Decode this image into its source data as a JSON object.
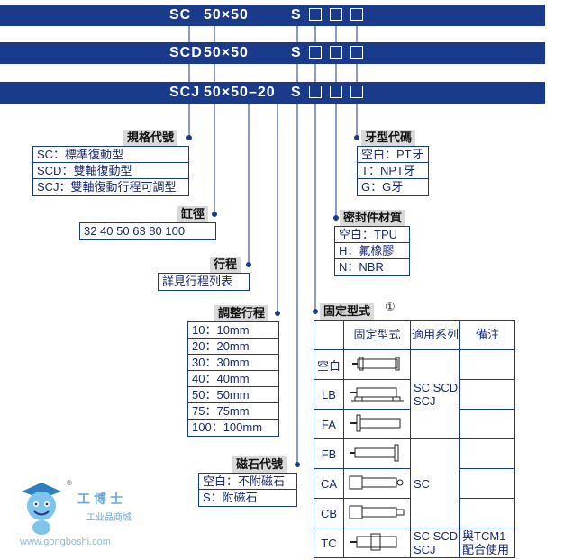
{
  "codes": {
    "sc": {
      "series": "SC",
      "size": "50×50",
      "s": "S"
    },
    "scd": {
      "series": "SCD",
      "size": "50×50",
      "s": "S"
    },
    "scj": {
      "series": "SCJ",
      "size": "50×50–20",
      "s": "S"
    }
  },
  "model_code": {
    "title": "規格代號",
    "items": [
      "SC：標準復動型",
      "SCD：雙軸復動型",
      "SCJ：雙軸復動行程可調型"
    ]
  },
  "bore": {
    "title": "缸徑",
    "items": [
      "32  40  50  63  80  100"
    ]
  },
  "stroke": {
    "title": "行程",
    "items": [
      "詳見行程列表"
    ]
  },
  "adjust_stroke": {
    "title": "調整行程",
    "items": [
      "10：10mm",
      "20：20mm",
      "30：30mm",
      "40：40mm",
      "50：50mm",
      "75：75mm",
      "100：100mm"
    ]
  },
  "magnet": {
    "title": "磁石代號",
    "items": [
      "空白：不附磁石",
      "S：附磁石"
    ]
  },
  "thread": {
    "title": "牙型代碼",
    "items": [
      "空白：PT牙",
      "T：NPT牙",
      "G：G牙"
    ]
  },
  "seal": {
    "title": "密封件材質",
    "items": [
      "空白：TPU",
      "H：氟橡膠",
      "N：NBR"
    ]
  },
  "mount": {
    "title": "固定型式",
    "note_mark": "①",
    "headers": {
      "type": "固定型式",
      "series": "適用系列",
      "remark": "備注"
    },
    "rows": [
      {
        "name": "空白"
      },
      {
        "name": "LB"
      },
      {
        "name": "FA"
      },
      {
        "name": "FB"
      },
      {
        "name": "CA"
      },
      {
        "name": "CB"
      },
      {
        "name": "TC"
      }
    ],
    "series_group1": "SC SCD SCJ",
    "series_group2": "SC",
    "series_tc": "SC SCD SCJ",
    "remark_tc": "與TCM1配合使用"
  },
  "watermark": {
    "brand": "工博士",
    "tagline": "工业品商城",
    "url": "www.gongboshi.com",
    "reg": "®"
  },
  "colors": {
    "bar": "#1a3a8c",
    "line": "#1a3a8c",
    "label_bg": "#d9d9d9"
  }
}
